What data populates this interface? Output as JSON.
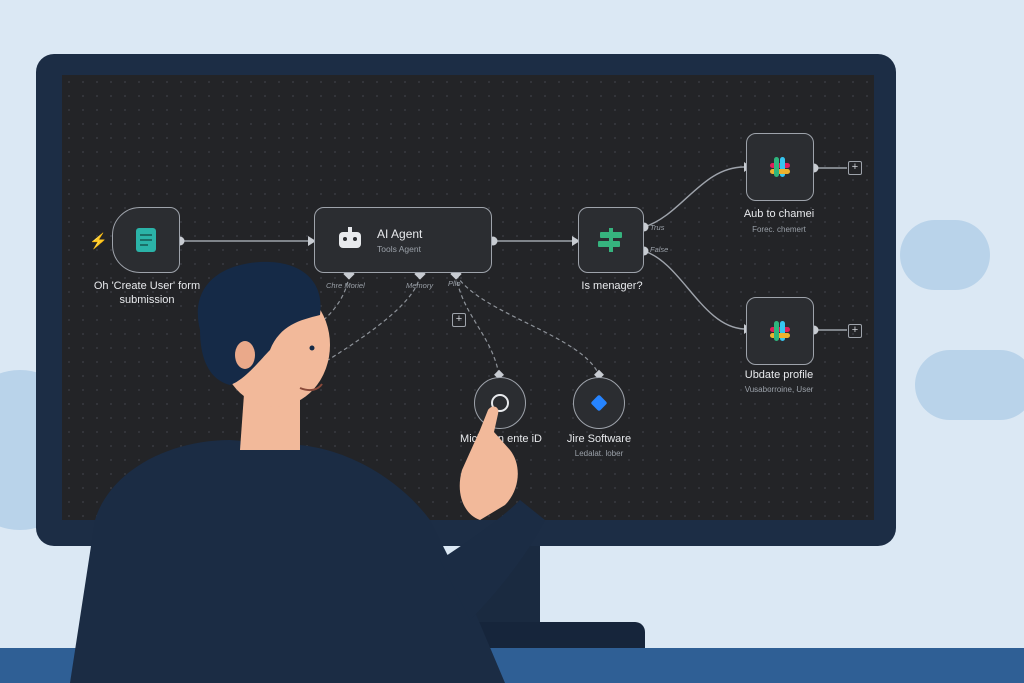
{
  "workflow": {
    "trigger": {
      "label_line1": "Oh 'Create User' form",
      "label_line2": "submission"
    },
    "ai_agent": {
      "title": "AI Agent",
      "subtitle": "Tools Agent",
      "ports": [
        "Chre Moriel",
        "Memory",
        "Pllo"
      ]
    },
    "condition": {
      "label": "Is menager?",
      "branch_true": "Trus",
      "branch_false": "False"
    },
    "slack_top": {
      "title": "Aub to chamei",
      "subtitle": "Forec. chemert"
    },
    "slack_bottom": {
      "title": "Ubdate profile",
      "subtitle": "Vusaborroine, User"
    },
    "tool_left": {
      "title": "Michinon ente iD",
      "subtitle": "ugan"
    },
    "tool_right": {
      "title": "Jire Software",
      "subtitle": "Ledalat. lober"
    }
  },
  "icons": {
    "trigger": "form-icon",
    "trigger_badge": "lightning-icon",
    "agent": "robot-icon",
    "condition": "signpost-icon",
    "slack": "slack-icon",
    "jira": "jira-icon",
    "identity": "identity-icon"
  },
  "colors": {
    "canvas": "#232427",
    "node_border": "#9ea3ab",
    "trigger_accent": "#2bb3a8",
    "condition_accent": "#36b37e",
    "jira_blue": "#2684ff",
    "lightning": "#e0603a"
  }
}
